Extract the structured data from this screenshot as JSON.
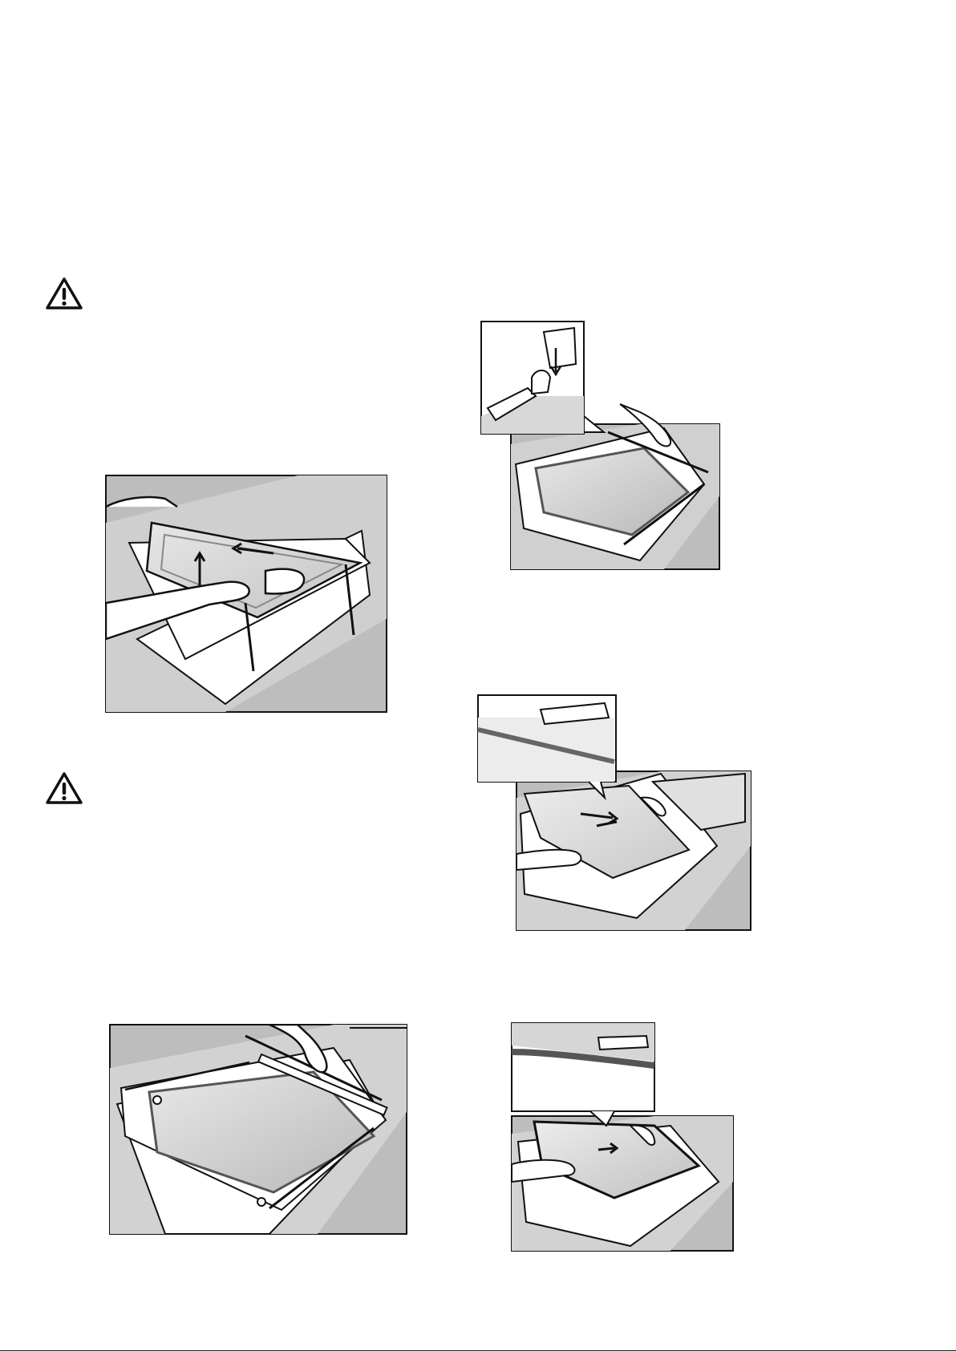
{
  "document": {
    "warnings": [
      {
        "icon": "warning-triangle-icon"
      },
      {
        "icon": "warning-triangle-icon"
      }
    ],
    "illustrations": [
      {
        "name": "lift-inner-glass-panel",
        "arrows": [
          "up",
          "left"
        ]
      },
      {
        "name": "door-trim-removal",
        "arrows": []
      },
      {
        "name": "refit-door-trim-detail",
        "arrows": [
          "down"
        ]
      },
      {
        "name": "slide-glass-panel-in",
        "arrows": [
          "right"
        ]
      },
      {
        "name": "slide-second-glass-panel",
        "arrows": [
          "right"
        ]
      }
    ],
    "colors": {
      "ink": "#1a1a1a",
      "floor_grey": "#bdbdbd",
      "glass_grey": "#d6d6d6",
      "frame_white": "#ffffff"
    }
  }
}
